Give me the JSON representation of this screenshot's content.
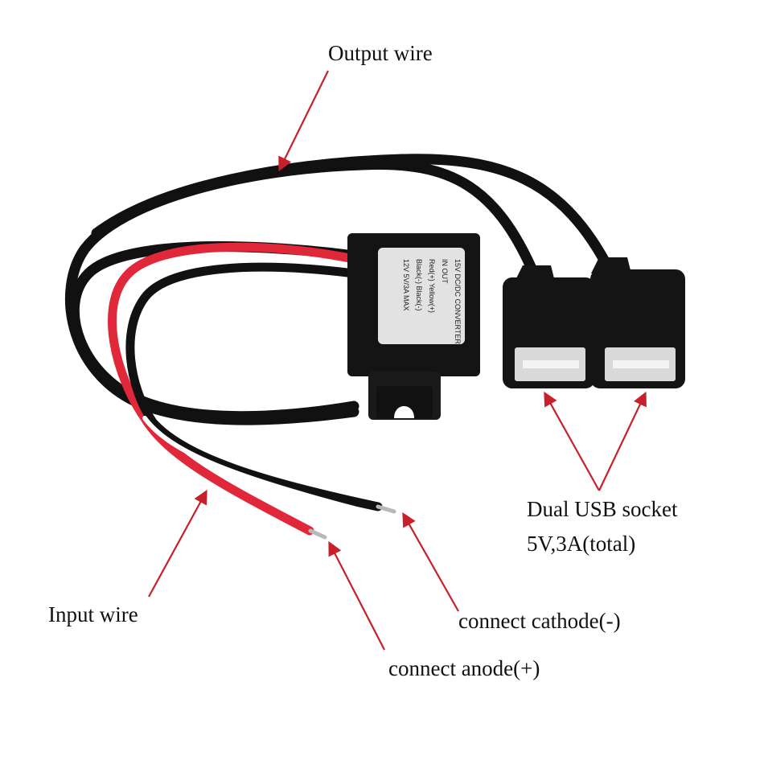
{
  "image": {
    "subject": "12V to 5V DC-DC converter module with dual USB sockets",
    "colors": {
      "background": "#ffffff",
      "cable": "#111111",
      "module": "#141414",
      "red_wire": "#e0283a",
      "arrow": "#c8202a"
    }
  },
  "labels": {
    "output_wire": "Output wire",
    "usb_socket": "Dual USB socket",
    "usb_rating": "5V,3A(total)",
    "input_wire": "Input wire",
    "cathode": "connect cathode(-)",
    "anode": "connect anode(+)"
  },
  "module_label": {
    "line1": "15V  DC/DC  CONVERTER",
    "line2": "IN              OUT",
    "line3": "Red(+)    Yellow(+)",
    "line4": "Black(-)   Black(-)",
    "line5": "12V       5V/3A MAX"
  }
}
